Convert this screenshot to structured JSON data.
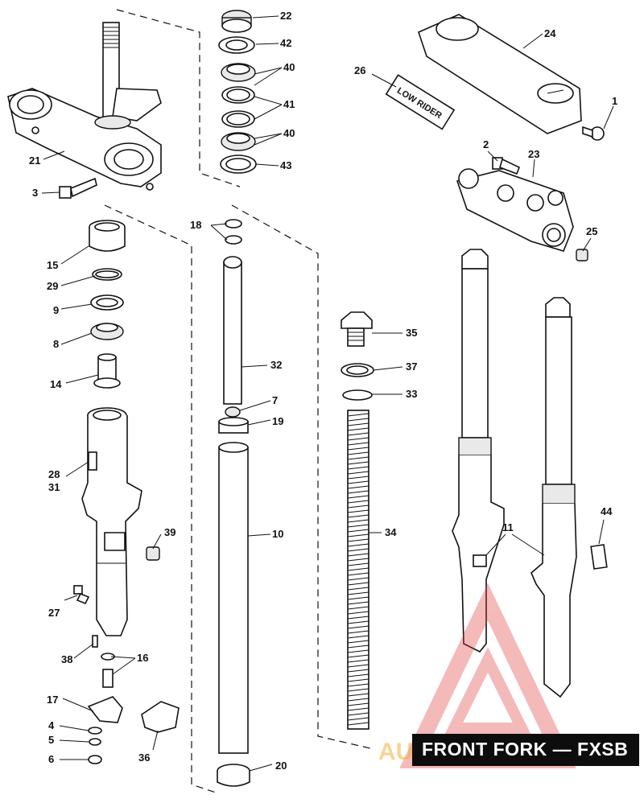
{
  "diagram": {
    "title": "FRONT FORK — FXSB",
    "decal_text": "LOW RIDER",
    "watermark_text": "AUTOMOTO",
    "watermark_color": "#e23a3a",
    "callouts": {
      "c1": "1",
      "c2": "2",
      "c3": "3",
      "c4": "4",
      "c5": "5",
      "c6": "6",
      "c7": "7",
      "c8": "8",
      "c9": "9",
      "c10": "10",
      "c11": "11",
      "c14": "14",
      "c15": "15",
      "c16": "16",
      "c17": "17",
      "c18": "18",
      "c19": "19",
      "c20": "20",
      "c21": "21",
      "c22": "22",
      "c23": "23",
      "c24": "24",
      "c25": "25",
      "c26": "26",
      "c27": "27",
      "c28": "28",
      "c29": "29",
      "c31": "31",
      "c32": "32",
      "c33": "33",
      "c34": "34",
      "c35": "35",
      "c36": "36",
      "c37": "37",
      "c38": "38",
      "c39": "39",
      "c40a": "40",
      "c40b": "40",
      "c41": "41",
      "c42": "42",
      "c43": "43",
      "c44": "44"
    }
  }
}
